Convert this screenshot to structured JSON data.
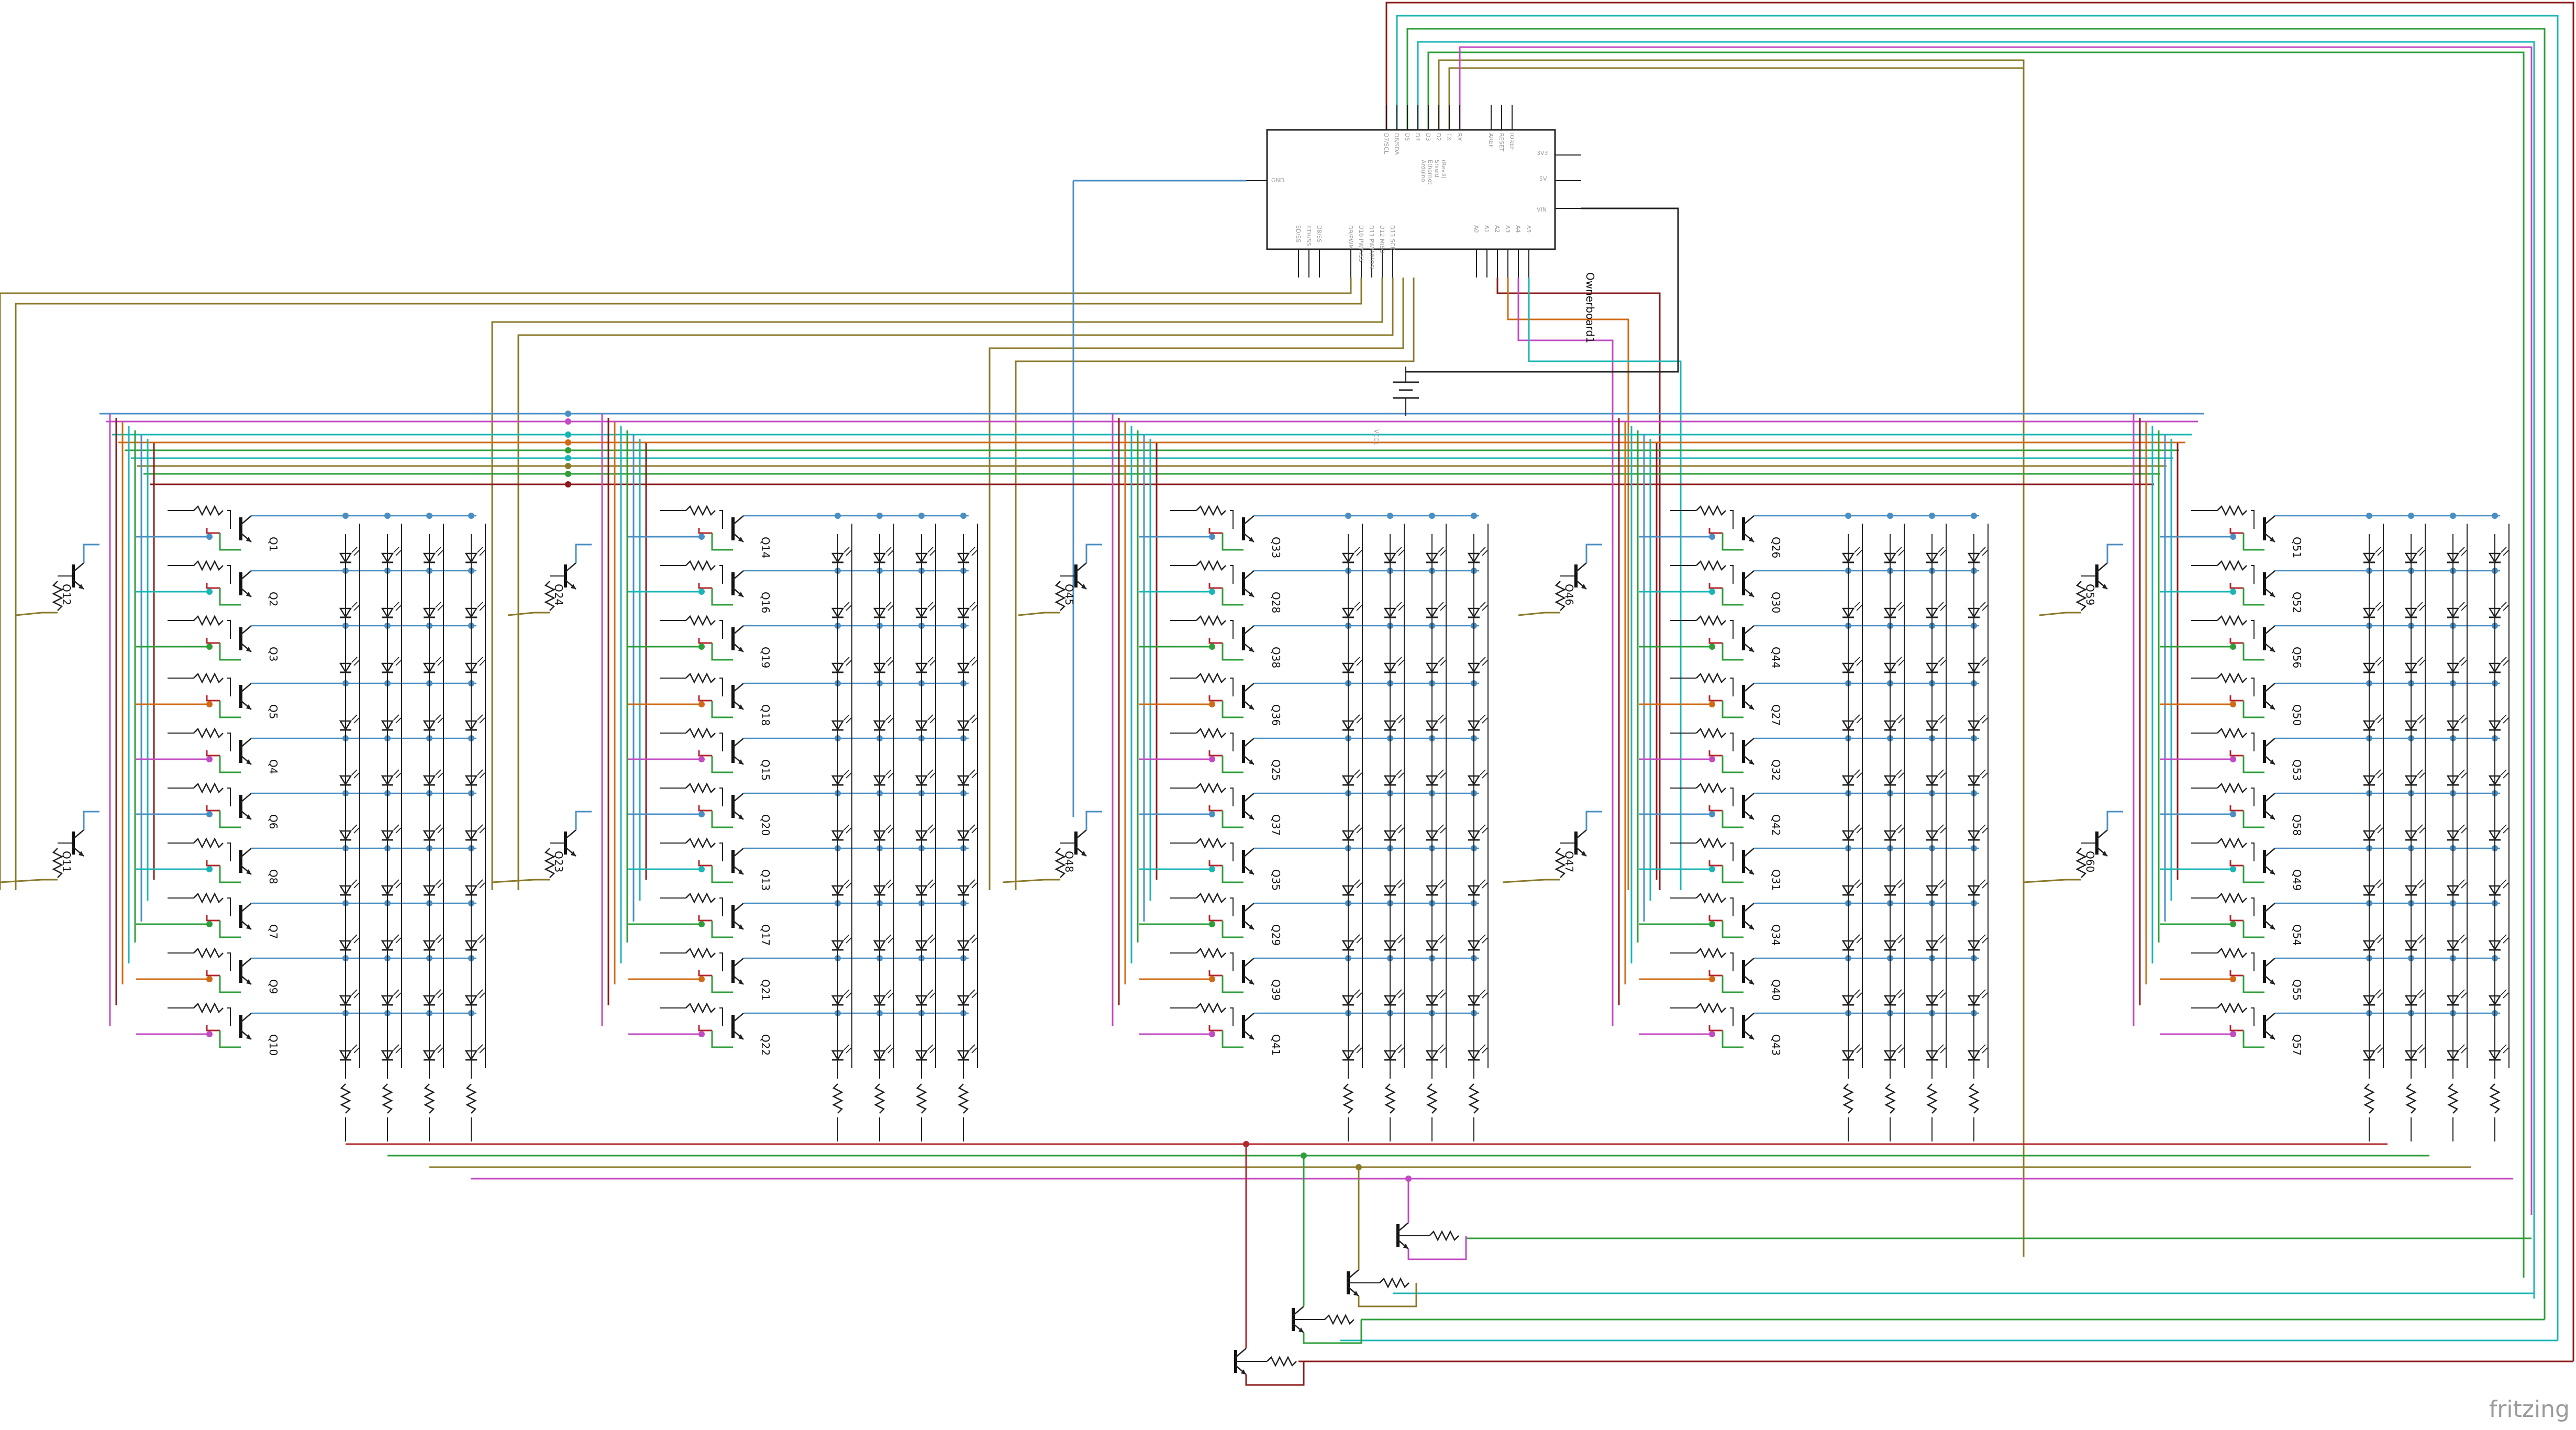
{
  "watermark": "fritzing",
  "arduino": {
    "title_lines": [
      "Arduino",
      "Ethernet",
      "Shield",
      "(Rev3)"
    ],
    "left_pin": "GND",
    "right_pins": [
      "3V3",
      "5V",
      "VIN"
    ],
    "top_pins": [
      "D7/SCL",
      "D6/SDA",
      "D5",
      "D4",
      "D3",
      "D2",
      "TX",
      "RX",
      "AREF",
      "RESET",
      "IOREF"
    ],
    "bottom_pins": [
      "SD/SS",
      "ETH/SS",
      "D8/SS",
      "D9/PWM",
      "D10 PWM/SS",
      "D11 PWM/MOSI",
      "D12 MISO",
      "D13 SCK",
      "A0",
      "A1",
      "A2",
      "A3",
      "A4",
      "A5"
    ]
  },
  "labels": {
    "battery": "VCC1",
    "second_board": "Ownerboard1"
  },
  "colors": {
    "blue": "#4a8fc4",
    "cyan": "#1bb5b5",
    "green": "#2e9e3a",
    "red": "#b3262c",
    "darkred": "#8b1a1a",
    "olive": "#8a7a2a",
    "orange": "#d06a15",
    "magenta": "#c24ac2",
    "black": "#222222",
    "gray": "#555555"
  },
  "blocks": [
    {
      "side_transistors": [
        "Q12",
        "Q11"
      ],
      "row_transistors": [
        "Q1",
        "Q2",
        "Q3",
        "Q5",
        "Q4",
        "Q6",
        "Q8",
        "Q7",
        "Q9",
        "Q10"
      ]
    },
    {
      "side_transistors": [
        "Q24",
        "Q23"
      ],
      "row_transistors": [
        "Q14",
        "Q16",
        "Q19",
        "Q18",
        "Q15",
        "Q20",
        "Q13",
        "Q17",
        "Q21",
        "Q22"
      ]
    },
    {
      "side_transistors": [
        "Q45",
        "Q48"
      ],
      "row_transistors": [
        "Q33",
        "Q28",
        "Q38",
        "Q36",
        "Q25",
        "Q37",
        "Q35",
        "Q29",
        "Q39",
        "Q41"
      ]
    },
    {
      "side_transistors": [
        "Q46",
        "Q47"
      ],
      "row_transistors": [
        "Q26",
        "Q30",
        "Q44",
        "Q27",
        "Q32",
        "Q42",
        "Q31",
        "Q34",
        "Q40",
        "Q43"
      ]
    },
    {
      "side_transistors": [
        "Q59",
        "Q60"
      ],
      "row_transistors": [
        "Q51",
        "Q52",
        "Q56",
        "Q50",
        "Q53",
        "Q58",
        "Q49",
        "Q54",
        "Q55",
        "Q57"
      ]
    }
  ]
}
